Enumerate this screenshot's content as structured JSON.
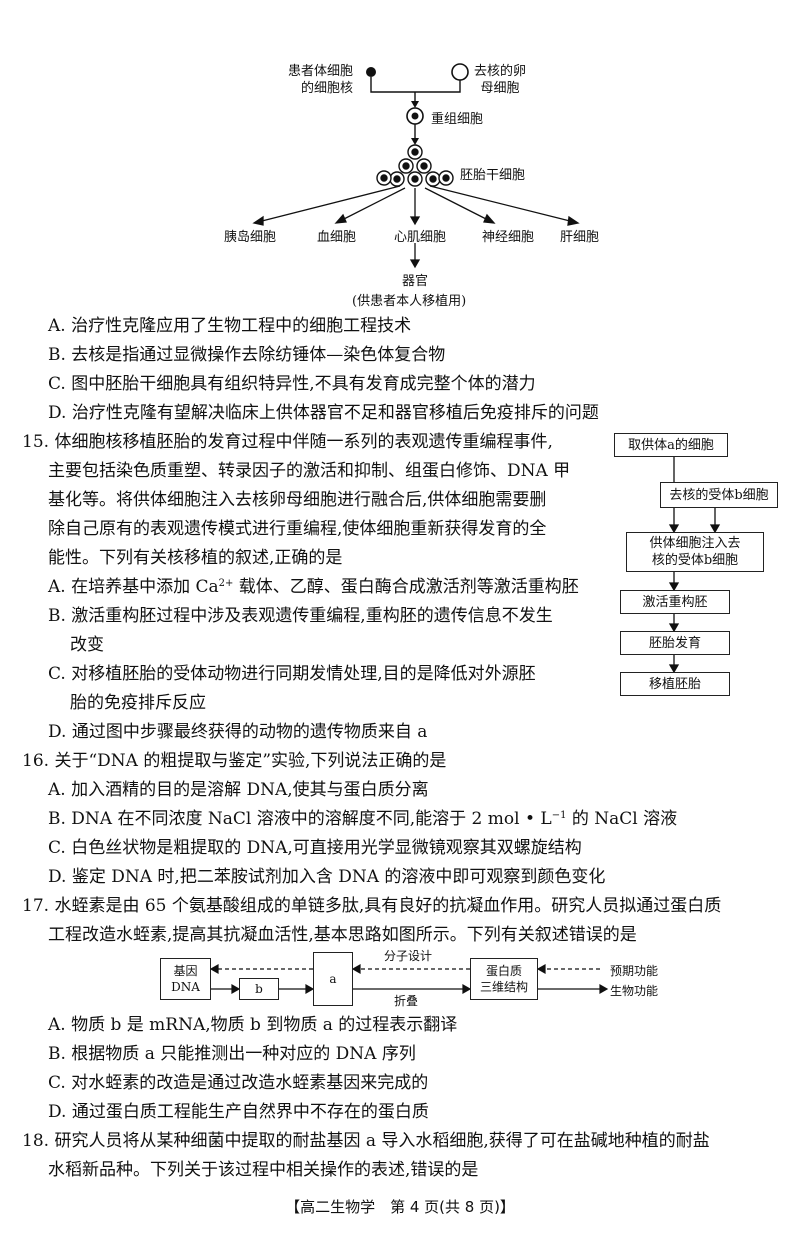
{
  "diagram1": {
    "patient_cell_line1": "患者体细胞",
    "patient_cell_line2": "的细胞核",
    "egg_line1": "去核的卵",
    "egg_line2": "母细胞",
    "recombinant": "重组细胞",
    "stem_cells": "胚胎干细胞",
    "cell_types": [
      "胰岛细胞",
      "血细胞",
      "心肌细胞",
      "神经细胞",
      "肝细胞"
    ],
    "organ": "器官",
    "organ_note": "(供患者本人移植用)"
  },
  "q14_options": [
    "A. 治疗性克隆应用了生物工程中的细胞工程技术",
    "B. 去核是指通过显微操作去除纺锤体—染色体复合物",
    "C. 图中胚胎干细胞具有组织特异性,不具有发育成完整个体的潜力",
    "D. 治疗性克隆有望解决临床上供体器官不足和器官移植后免疫排斥的问题"
  ],
  "q15": {
    "stem_lines": [
      "15. 体细胞核移植胚胎的发育过程中伴随一系列的表观遗传重编程事件,",
      "主要包括染色质重塑、转录因子的激活和抑制、组蛋白修饰、DNA 甲",
      "基化等。将供体细胞注入去核卵母细胞进行融合后,供体细胞需要删",
      "除自己原有的表观遗传模式进行重编程,使体细胞重新获得发育的全",
      "能性。下列有关核移植的叙述,正确的是"
    ],
    "option_a_pre": "A. 在培养基中添加 Ca",
    "option_a_sup": "2+",
    "option_a_post": " 载体、乙醇、蛋白酶合成激活剂等激活重构胚",
    "option_b_line1": "B. 激活重构胚过程中涉及表观遗传重编程,重构胚的遗传信息不发生",
    "option_b_line2": "改变",
    "option_c_line1": "C. 对移植胚胎的受体动物进行同期发情处理,目的是降低对外源胚",
    "option_c_line2": "胎的免疫排斥反应",
    "option_d": "D. 通过图中步骤最终获得的动物的遗传物质来自 a",
    "flow": {
      "donor": "取供体a的细胞",
      "recipient": "去核的受体b细胞",
      "inject_line1": "供体细胞注入去",
      "inject_line2": "核的受体b细胞",
      "activate": "激活重构胚",
      "develop": "胚胎发育",
      "transfer": "移植胚胎"
    }
  },
  "q16": {
    "stem": "16. 关于“DNA 的粗提取与鉴定”实验,下列说法正确的是",
    "option_a": "A. 加入酒精的目的是溶解 DNA,使其与蛋白质分离",
    "option_b_pre": "B. DNA 在不同浓度 NaCl 溶液中的溶解度不同,能溶于 2 mol • L",
    "option_b_sup": "−1",
    "option_b_post": " 的 NaCl 溶液",
    "option_c": "C. 白色丝状物是粗提取的 DNA,可直接用光学显微镜观察其双螺旋结构",
    "option_d": "D. 鉴定 DNA 时,把二苯胺试剂加入含 DNA 的溶液中即可观察到颜色变化"
  },
  "q17": {
    "stem_line1": "17. 水蛭素是由 65 个氨基酸组成的单链多肽,具有良好的抗凝血作用。研究人员拟通过蛋白质",
    "stem_line2": "工程改造水蛭素,提高其抗凝血活性,基本思路如图所示。下列有关叙述错误的是",
    "diagram": {
      "gene_line1": "基因",
      "gene_line2": "DNA",
      "b": "b",
      "a": "a",
      "protein_line1": "蛋白质",
      "protein_line2": "三维结构",
      "molecular_design": "分子设计",
      "folding": "折叠",
      "expected_function": "预期功能",
      "bio_function": "生物功能"
    },
    "options": [
      "A. 物质 b 是 mRNA,物质 b 到物质 a 的过程表示翻译",
      "B. 根据物质 a 只能推测出一种对应的 DNA 序列",
      "C. 对水蛭素的改造是通过改造水蛭素基因来完成的",
      "D. 通过蛋白质工程能生产自然界中不存在的蛋白质"
    ]
  },
  "q18": {
    "stem_line1": "18. 研究人员将从某种细菌中提取的耐盐基因 a 导入水稻细胞,获得了可在盐碱地种植的耐盐",
    "stem_line2": "水稻新品种。下列关于该过程中相关操作的表述,错误的是"
  },
  "footer": "【高二生物学　第 4 页(共 8 页)】"
}
